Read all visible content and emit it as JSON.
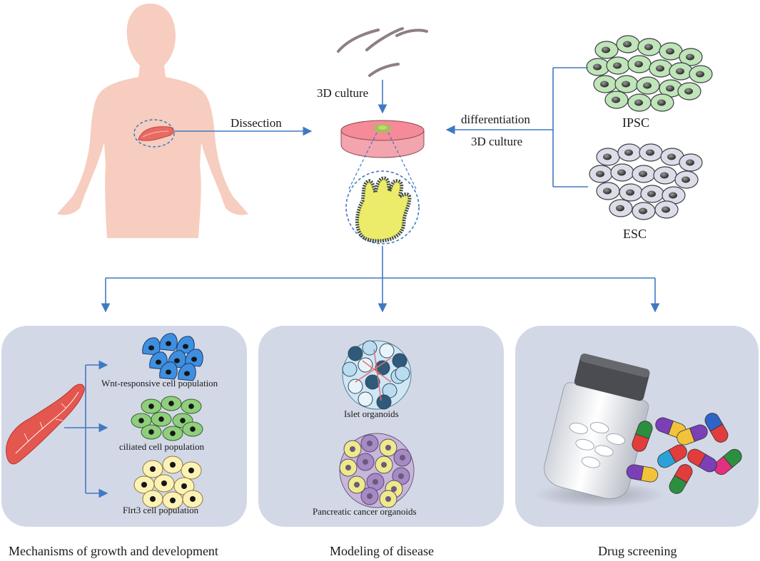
{
  "labels": {
    "dissection": "Dissection",
    "culture_3d_top": "3D culture",
    "differentiation": "differentiation",
    "culture_3d_right": "3D culture",
    "ipsc": "IPSC",
    "esc": "ESC"
  },
  "panels": {
    "growth": {
      "caption": "Mechanisms of growth and development",
      "populations": [
        "Wnt-responsive cell population",
        "ciliated cell population",
        "Flrt3 cell population"
      ]
    },
    "disease": {
      "caption": "Modeling of disease",
      "organoids": [
        "Islet organoids",
        "Pancreatic cancer organoids"
      ]
    },
    "drug": {
      "caption": "Drug screening"
    }
  },
  "colors": {
    "arrow": "#3f79c2",
    "body": "#f6cdbf",
    "panel": "#d3d8e7",
    "dish": "#f08a96",
    "organoid": "#e2e35a",
    "ipsc_cell": "#bfe5b8",
    "esc_cell": "#dcdde8"
  }
}
